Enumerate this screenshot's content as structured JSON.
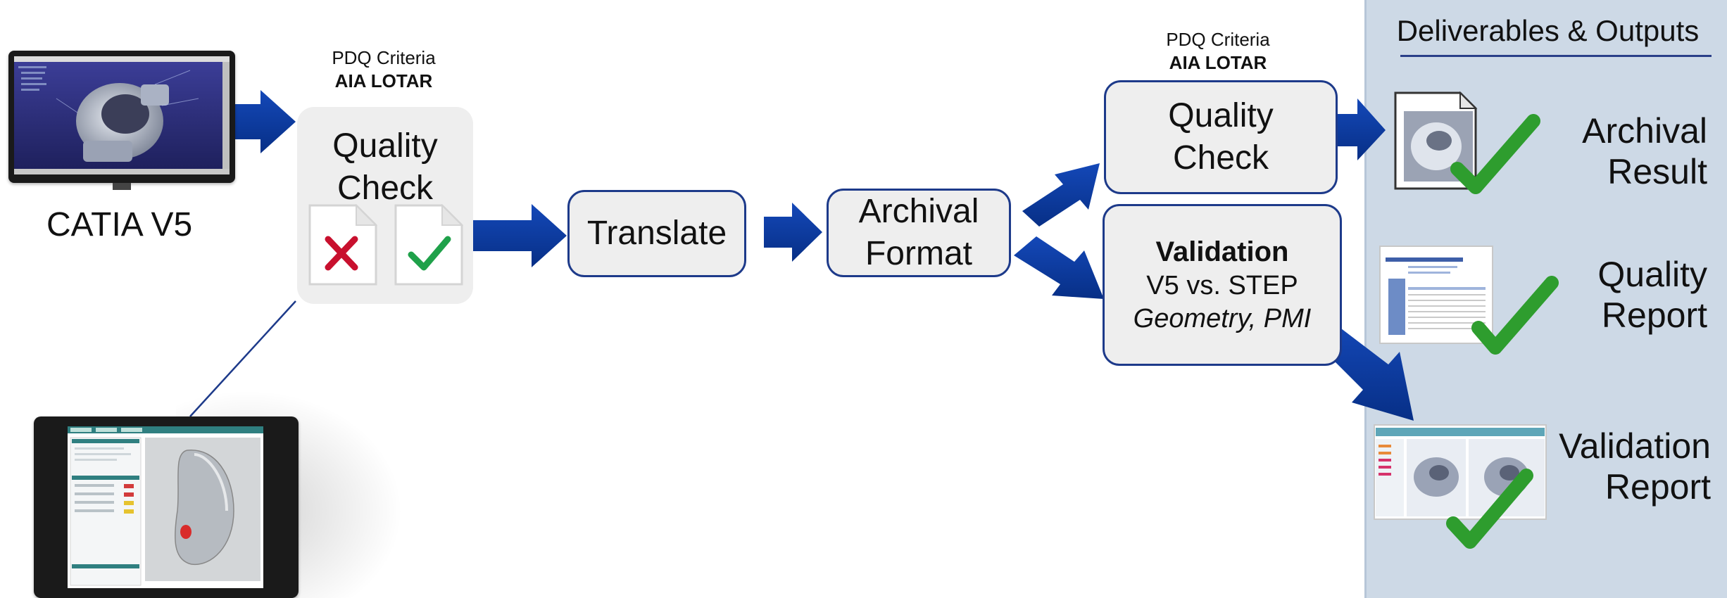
{
  "left": {
    "source_label": "CATIA V5",
    "criteria1": {
      "line1": "PDQ Criteria",
      "line2": "AIA LOTAR"
    },
    "quality_check1": {
      "line1": "Quality",
      "line2": "Check"
    }
  },
  "flow": {
    "translate": "Translate",
    "archival_format": {
      "line1": "Archival",
      "line2": "Format"
    },
    "criteria2": {
      "line1": "PDQ Criteria",
      "line2": "AIA LOTAR"
    },
    "quality_check2": {
      "line1": "Quality",
      "line2": "Check"
    },
    "validation": {
      "title": "Validation",
      "line2": "V5 vs. STEP",
      "line3": "Geometry, PMI"
    }
  },
  "panel": {
    "title": "Deliverables & Outputs",
    "outputs": [
      {
        "line1": "Archival",
        "line2": "Result"
      },
      {
        "line1": "Quality",
        "line2": "Report"
      },
      {
        "line1": "Validation",
        "line2": "Report"
      }
    ]
  },
  "icons": {
    "arrow": "block-arrow-icon",
    "fail": "cross-icon",
    "pass": "checkmark-icon",
    "document": "document-icon",
    "monitor": "monitor-icon"
  },
  "colors": {
    "arrow": "#0a3a9c",
    "box_border": "#1d3a8a",
    "box_fill": "#eeeeee",
    "panel_bg": "#cdd9e6",
    "check_green": "#2e9d2e",
    "cross_red": "#c8102e"
  }
}
